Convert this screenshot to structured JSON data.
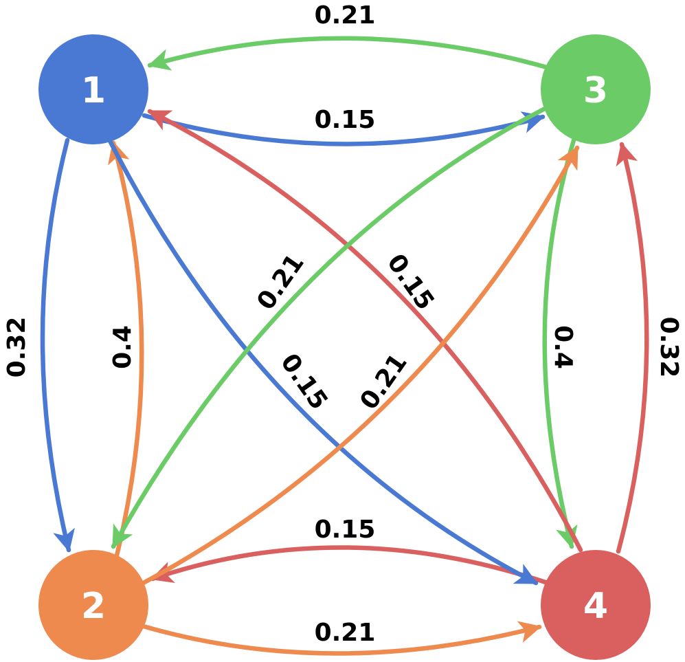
{
  "colors": {
    "blue": "#4a79d3",
    "orange": "#ee8a4d",
    "green": "#6bcb66",
    "red": "#d9605f"
  },
  "nodes": [
    {
      "id": "1",
      "label": "1",
      "color": "#4a79d3"
    },
    {
      "id": "2",
      "label": "2",
      "color": "#ee8a4d"
    },
    {
      "id": "3",
      "label": "3",
      "color": "#6bcb66"
    },
    {
      "id": "4",
      "label": "4",
      "color": "#d9605f"
    }
  ],
  "edges": [
    {
      "from": "1",
      "to": "3",
      "label": "0.15",
      "color": "#4a79d3"
    },
    {
      "from": "1",
      "to": "2",
      "label": "0.32",
      "color": "#4a79d3"
    },
    {
      "from": "1",
      "to": "4",
      "label": "0.15",
      "color": "#4a79d3"
    },
    {
      "from": "2",
      "to": "1",
      "label": "0.4",
      "color": "#ee8a4d"
    },
    {
      "from": "2",
      "to": "3",
      "label": "0.21",
      "color": "#ee8a4d"
    },
    {
      "from": "2",
      "to": "4",
      "label": "0.21",
      "color": "#ee8a4d"
    },
    {
      "from": "3",
      "to": "1",
      "label": "0.21",
      "color": "#6bcb66"
    },
    {
      "from": "3",
      "to": "2",
      "label": "0.21",
      "color": "#6bcb66"
    },
    {
      "from": "3",
      "to": "4",
      "label": "0.4",
      "color": "#6bcb66"
    },
    {
      "from": "4",
      "to": "1",
      "label": "0.15",
      "color": "#d9605f"
    },
    {
      "from": "4",
      "to": "2",
      "label": "0.15",
      "color": "#d9605f"
    },
    {
      "from": "4",
      "to": "3",
      "label": "0.32",
      "color": "#d9605f"
    }
  ]
}
